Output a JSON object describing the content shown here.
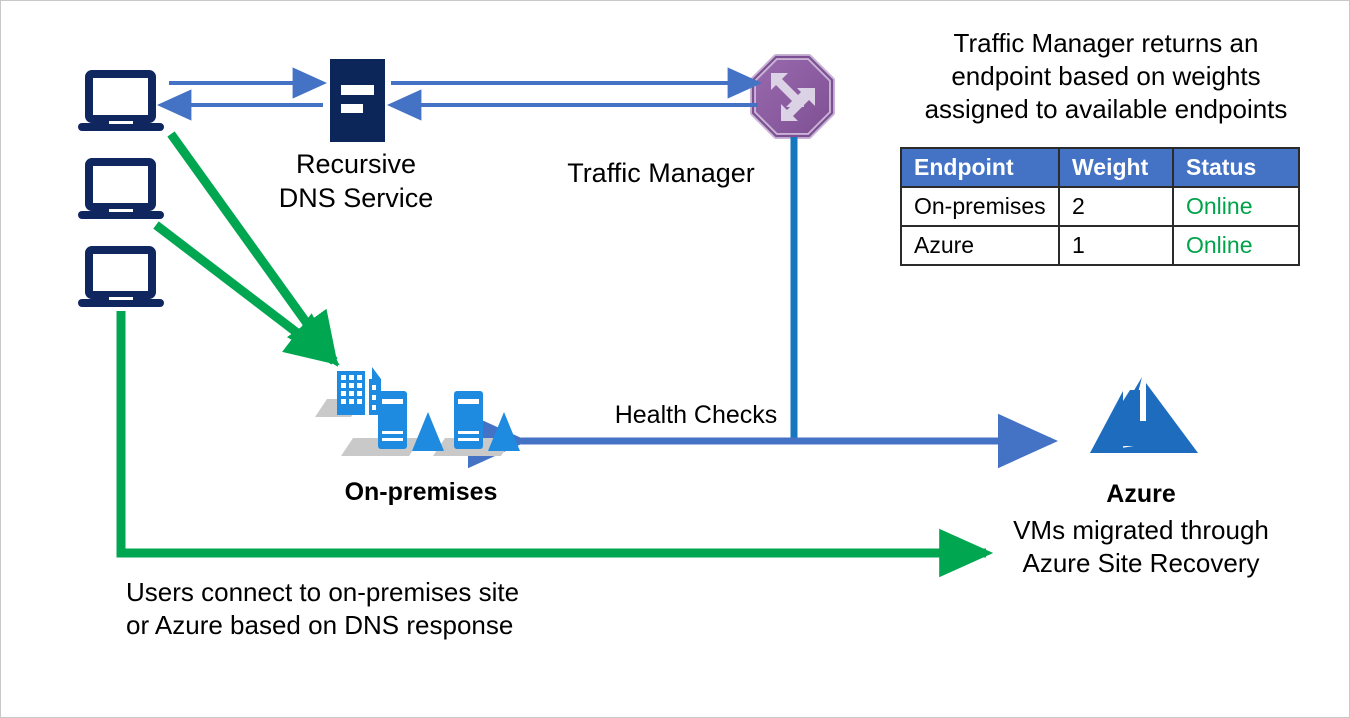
{
  "diagram": {
    "title_note": "Traffic Manager returns an\nendpoint based on weights\nassigned to available endpoints",
    "nodes": {
      "clients": {
        "name": "client-laptops",
        "count": 3
      },
      "dns": {
        "caption": "Recursive\nDNS Service",
        "icon": "dns-server-icon"
      },
      "traffic_manager": {
        "caption": "Traffic Manager",
        "icon": "traffic-manager-icon"
      },
      "onpremises": {
        "caption": "On-premises",
        "icon": "on-premises-datacenter-icon"
      },
      "azure": {
        "caption": "Azure",
        "description": "VMs migrated through\nAzure Site Recovery",
        "icon": "azure-logo-icon"
      }
    },
    "edges": {
      "health_checks_label": "Health Checks",
      "users_note": "Users connect to on-premises site\nor Azure based on DNS response"
    },
    "table": {
      "headers": [
        "Endpoint",
        "Weight",
        "Status"
      ],
      "rows": [
        {
          "endpoint": "On-premises",
          "weight": "2",
          "status": "Online"
        },
        {
          "endpoint": "Azure",
          "weight": "1",
          "status": "Online"
        }
      ]
    },
    "colors": {
      "header_blue": "#4472C4",
      "arrow_blue": "#4472C4",
      "link_blue": "#1777BE",
      "green": "#00A650",
      "navy": "#10265E",
      "azure_blue": "#1E6CBE",
      "purple": "#8E5FA2",
      "status_green": "#00A34A"
    }
  }
}
